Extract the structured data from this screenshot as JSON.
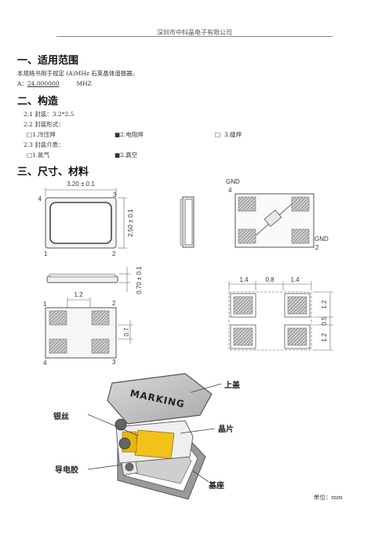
{
  "header": {
    "company": "深圳市中科晶电子有限公司"
  },
  "section1": {
    "title": "一、适用范围",
    "desc": "本规格书用于规定 (A)MHz 石英晶体谐振器。",
    "freq_prefix": "A：",
    "freq_value": "24.000000",
    "freq_unit": "MHZ"
  },
  "section2": {
    "title": "二、构造",
    "line1": "2.1 封装：3.2*2.5",
    "line2": "2.2 封装形式：",
    "seal_options": [
      {
        "mark": "□",
        "label": "1.冷压焊"
      },
      {
        "mark": "■",
        "label": "2.电阻焊"
      },
      {
        "mark": "□",
        "label": "3.缝焊"
      }
    ],
    "line3": "2.3 封装介质：",
    "medium_options": [
      {
        "mark": "□",
        "label": "1.氮气"
      },
      {
        "mark": "■",
        "label": "2.真空"
      }
    ]
  },
  "section3": {
    "title": "三、尺寸、材料",
    "dims": {
      "width": "3.20 ± 0.1",
      "height": "2.50 ± 0.1",
      "thickness": "0.70 ± 0.1",
      "pad_pitch": "1.2",
      "pad_len": "0.7",
      "lp_x1": "1.4",
      "lp_x2": "0.8",
      "lp_x3": "1.4",
      "lp_y1": "1.2",
      "lp_y2": "0.5",
      "lp_y3": "1.2"
    },
    "pins": {
      "p1": "1",
      "p2": "2",
      "p3": "3",
      "p4": "4"
    },
    "gnd": "GND",
    "marking": "MARKING",
    "parts": {
      "lid": "上盖",
      "wire": "银丝",
      "chip": "晶片",
      "glue": "导电胶",
      "base": "基座"
    },
    "unit_note": "单位：mm"
  }
}
